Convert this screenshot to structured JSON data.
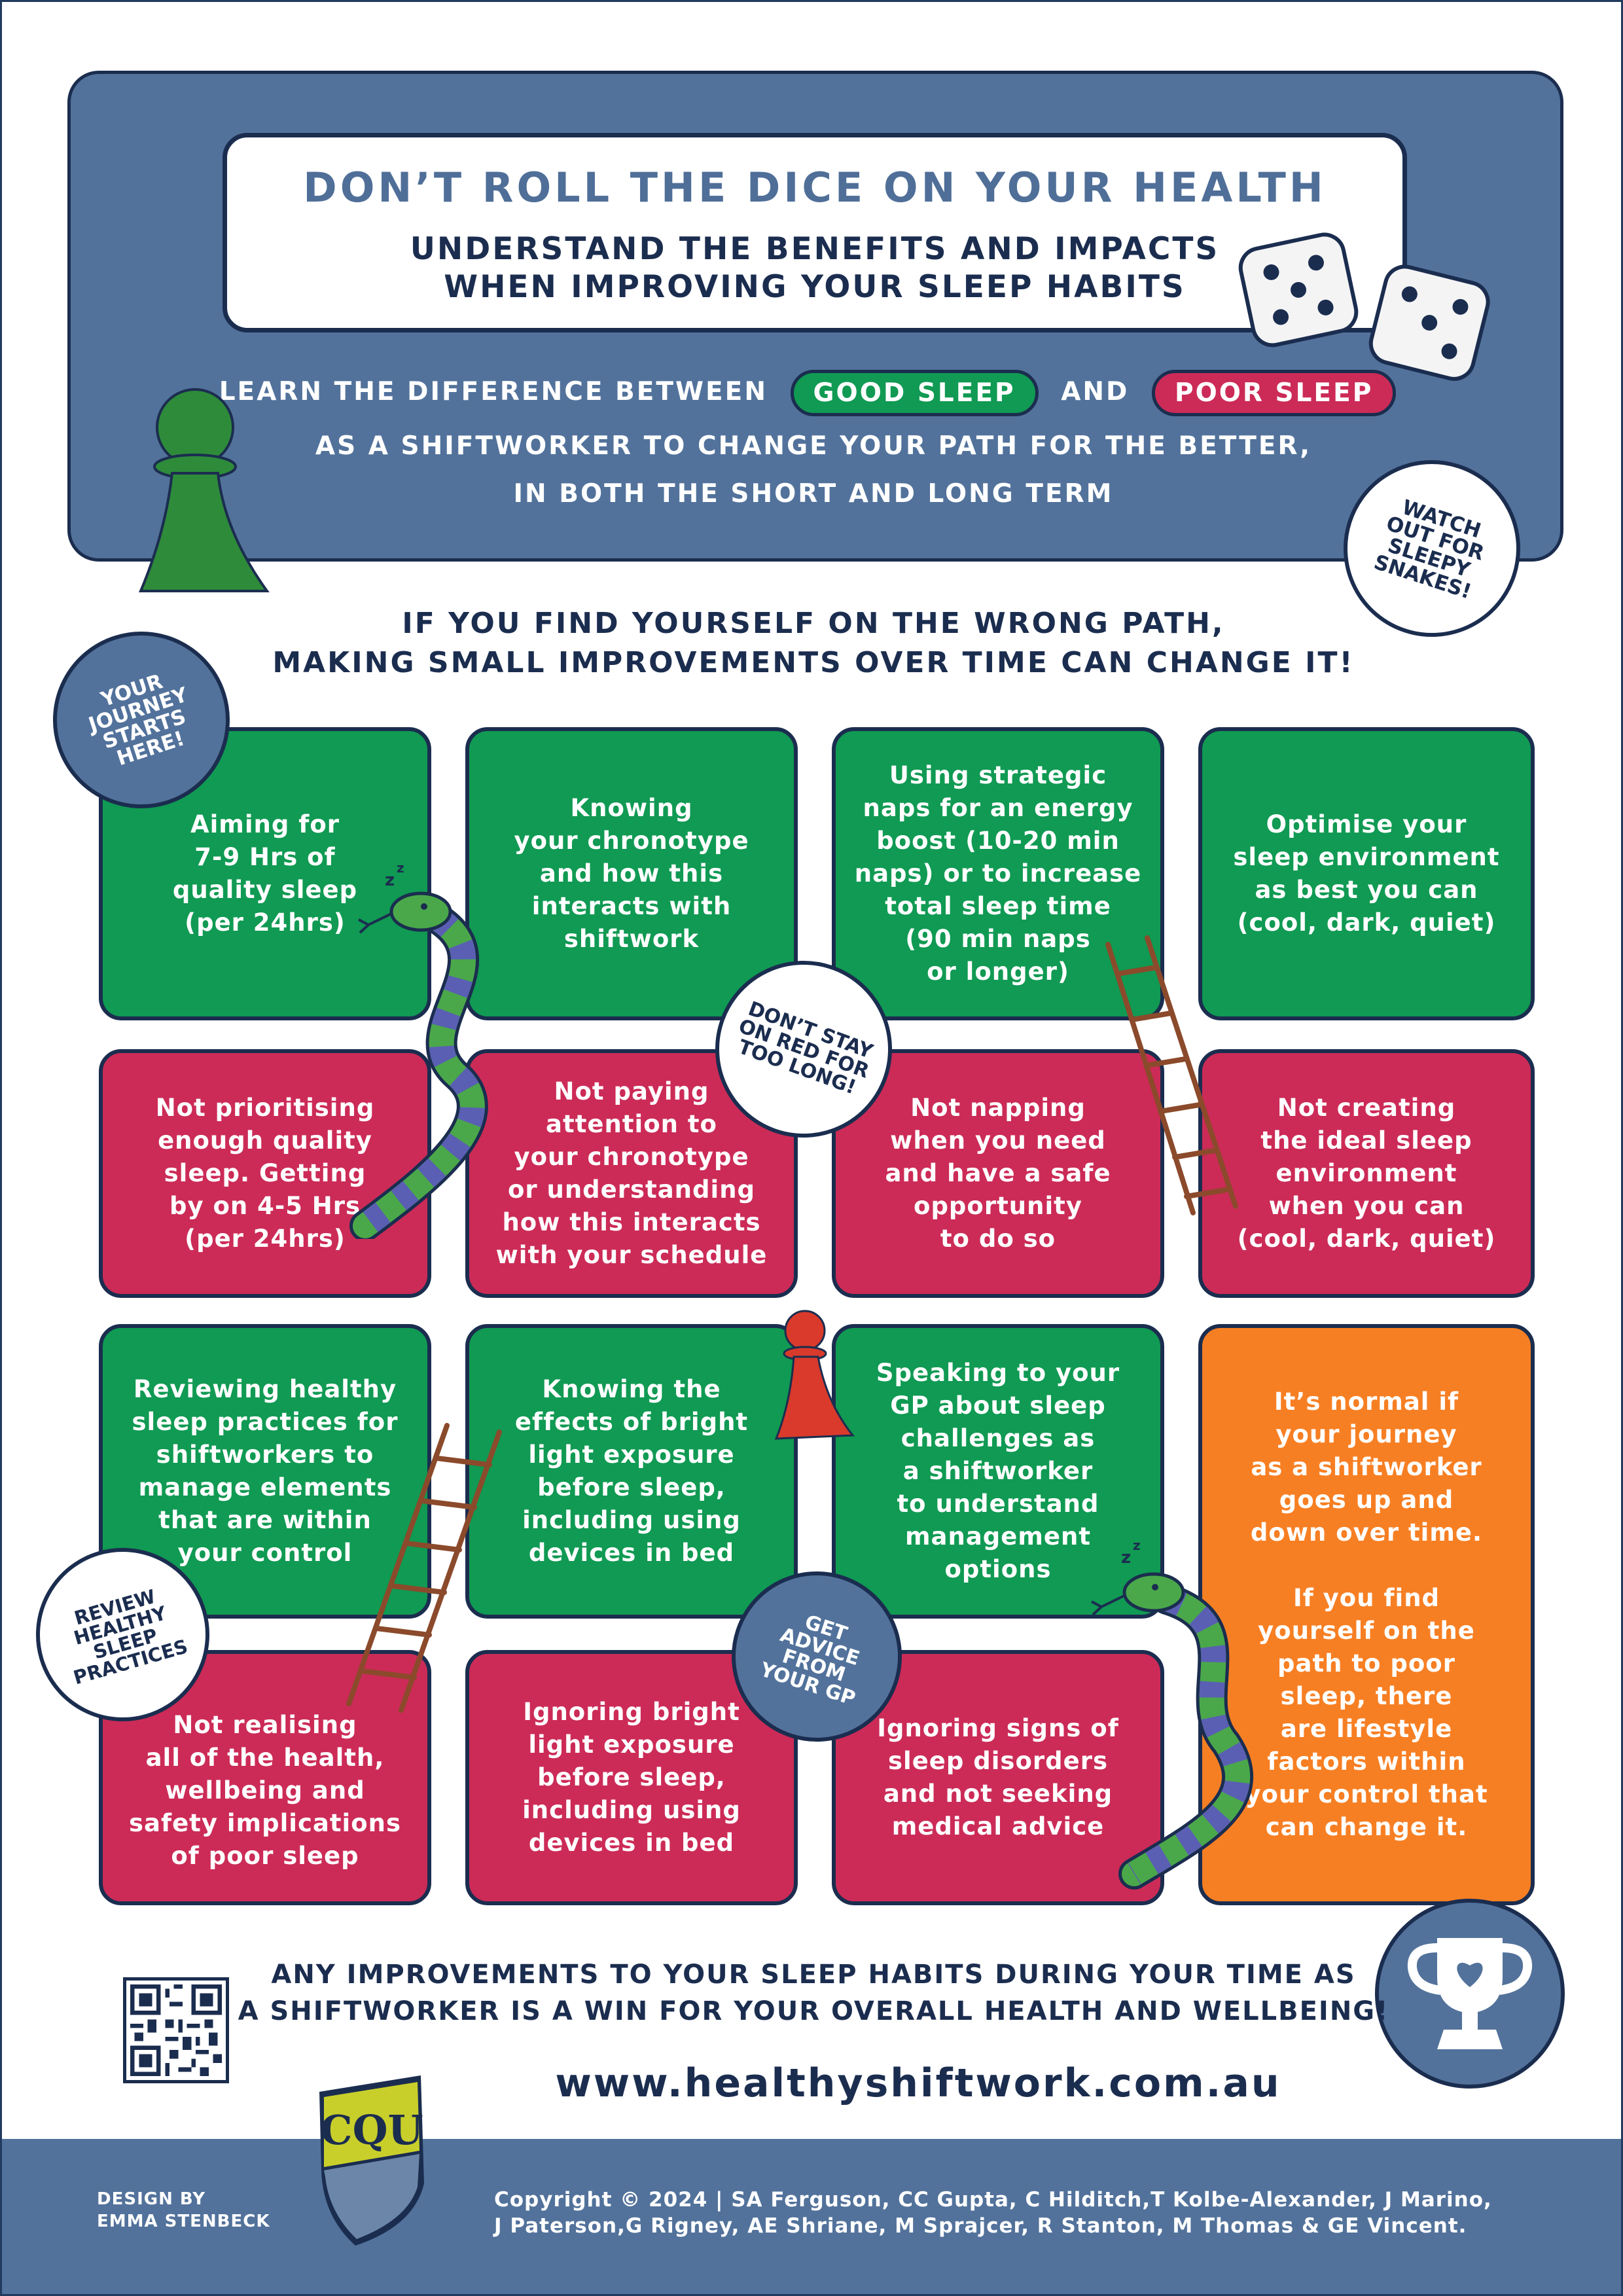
{
  "header": {
    "title": "DON’T ROLL THE DICE ON YOUR HEALTH",
    "subtitle_line1": "UNDERSTAND THE BENEFITS AND IMPACTS",
    "subtitle_line2": "WHEN IMPROVING YOUR SLEEP HABITS",
    "learn_prefix": "LEARN THE DIFFERENCE BETWEEN",
    "good_sleep": "GOOD SLEEP",
    "and": "AND",
    "poor_sleep": "POOR SLEEP",
    "learn_line2": "AS A SHIFTWORKER TO CHANGE YOUR PATH FOR THE BETTER,",
    "learn_line3": "IN BOTH THE SHORT AND LONG TERM"
  },
  "badges": {
    "watch_out": [
      "WATCH",
      "OUT FOR",
      "SLEEPY",
      "SNAKES!"
    ],
    "journey": [
      "YOUR",
      "JOURNEY",
      "STARTS",
      "HERE!"
    ],
    "dont_stay": [
      "DON’T STAY",
      "ON RED FOR",
      "TOO LONG!"
    ],
    "review": [
      "REVIEW",
      "HEALTHY",
      "SLEEP",
      "PRACTICES"
    ],
    "advice": [
      "GET",
      "ADVICE",
      "FROM",
      "YOUR GP"
    ]
  },
  "path_headline": {
    "line1": "IF YOU FIND YOURSELF ON THE WRONG PATH,",
    "line2": "MAKING SMALL IMPROVEMENTS OVER TIME CAN CHANGE IT!"
  },
  "tiles": {
    "g1": "Aiming for\n7-9 Hrs of\nquality sleep\n(per 24hrs)",
    "g2": "Knowing\nyour chronotype\nand how this\ninteracts with\nshiftwork",
    "g3": "Using strategic\nnaps for an energy\nboost (10-20 min\nnaps) or to increase\ntotal sleep time\n(90 min naps\nor longer)",
    "g4": "Optimise your\nsleep environment\nas best you can\n(cool, dark, quiet)",
    "r1": "Not prioritising\nenough quality\nsleep. Getting\nby on 4-5 Hrs\n(per 24hrs)",
    "r2": "Not paying\nattention to\nyour chronotype\nor understanding\nhow this interacts\nwith your schedule",
    "r3": "Not napping\nwhen you need\nand have a safe\nopportunity\nto do so",
    "r4": "Not creating\nthe ideal sleep\nenvironment\nwhen you can\n(cool, dark, quiet)",
    "g5": "Reviewing healthy\nsleep practices for\nshiftworkers to\nmanage elements\nthat are within\nyour control",
    "g6": "Knowing the\neffects of bright\nlight exposure\nbefore sleep,\nincluding using\ndevices in bed",
    "g7": "Speaking to your\nGP about sleep\nchallenges as\na shiftworker\nto understand\nmanagement\noptions",
    "o1": "It’s normal if\nyour journey\nas a shiftworker\ngoes up and\ndown over time.\n\nIf you find\nyourself on the\npath to poor\nsleep, there\nare lifestyle\nfactors within\nyour control that\ncan change it.",
    "r5": "Not realising\nall of the health,\nwellbeing and\nsafety implications\nof poor sleep",
    "r6": "Ignoring bright\nlight exposure\nbefore sleep,\nincluding using\ndevices in bed",
    "r7": "Ignoring signs of\nsleep disorders\nand not seeking\nmedical advice"
  },
  "bottom": {
    "line1": "ANY IMPROVEMENTS TO YOUR SLEEP HABITS DURING YOUR TIME AS",
    "line2": "A SHIFTWORKER IS A WIN FOR YOUR OVERALL HEALTH AND WELLBEING!",
    "website": "www.healthyshiftwork.com.au"
  },
  "footer": {
    "design_line1": "DESIGN BY",
    "design_line2": "EMMA STENBECK",
    "copyright_line1": "Copyright © 2024 | SA Ferguson, CC Gupta, C Hilditch,T Kolbe-Alexander, J Marino,",
    "copyright_line2": "J Paterson,G Rigney, AE Shriane, M Sprajcer, R Stanton, M Thomas & GE Vincent."
  },
  "logo": {
    "text": "CQU"
  },
  "colors": {
    "navy": "#1b2d4f",
    "steel_blue": "#52729b",
    "good_green": "#109a53",
    "poor_red": "#cc2b57",
    "orange": "#f77f23"
  },
  "icons": [
    "dice-icon",
    "green-pawn-icon",
    "red-pawn-icon",
    "snake-icon",
    "ladder-icon",
    "trophy-icon",
    "qr-code-icon",
    "cqu-logo-icon"
  ]
}
